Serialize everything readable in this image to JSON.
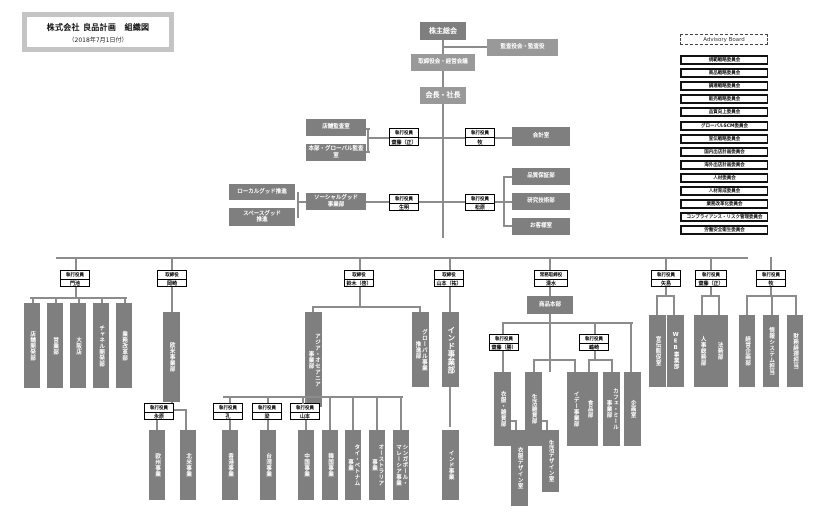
{
  "title": {
    "main": "株式会社 良品計画　組織図",
    "date": "（2018年7月1日付）"
  },
  "top": {
    "shareholders": "株主総会",
    "auditors": "監査役会・監査役",
    "board": "取締役会・経営会議",
    "president": "会長・社長"
  },
  "advisory": {
    "title": "Advisory Board",
    "items": [
      "規範戦略委員会",
      "商品戦略委員会",
      "調達戦略委員会",
      "販売戦略委員会",
      "品質向上委員会",
      "グローバルSCM委員会",
      "宣伝戦略委員会",
      "国内出店計画委員会",
      "海外出店計画委員会",
      "人材委員会",
      "人材育成委員会",
      "業務改革化委員会",
      "コンプライアンス・リスク管理委員会",
      "労働安全衛生委員会"
    ]
  },
  "staff": {
    "left_upper_role": {
      "title": "執行役員",
      "name": "齋藤（正）"
    },
    "left_upper_depts": [
      "店舗監査室",
      "本部・グローバル監査室"
    ],
    "right_upper_role": {
      "title": "執行役員",
      "name": "牧"
    },
    "right_upper_dept": "会計室",
    "social": {
      "dept": "ソーシャルグッド\n事業部",
      "role": {
        "title": "執行役員",
        "name": "生明"
      },
      "subs": [
        "ローカルグッド推進",
        "スペースグッド\n推進"
      ]
    },
    "right_lower_role": {
      "title": "執行役員",
      "name": "松原"
    },
    "right_lower_depts": [
      "品質保証部",
      "研究技術部",
      "お客様室"
    ]
  },
  "divisions": [
    {
      "role": {
        "title": "執行役員",
        "name": "門池"
      },
      "depts": [
        "店舗開発部",
        "営業部",
        "大阪店",
        "チャネル開発部",
        "業務改革部"
      ]
    },
    {
      "role": {
        "title": "取締役",
        "name": "岡崎"
      },
      "dept": "欧米事業部",
      "subroles": [
        {
          "title": "執行役員",
          "name": "永原"
        }
      ],
      "subs": [
        "欧州事業",
        "北米事業"
      ]
    },
    {
      "role": {
        "title": "取締役",
        "name": "鈴木（啓）"
      },
      "depts": [
        "アジア・オセアニア\n事業部",
        "グローバル事業\n推進部"
      ],
      "subroles": [
        {
          "title": "執行役員",
          "name": "孔"
        },
        {
          "title": "執行役員",
          "name": "梁"
        },
        {
          "title": "執行役員",
          "name": "山本"
        }
      ],
      "subs": [
        "香港事業",
        "台湾事業",
        "中国事業",
        "韓国事業",
        "タイ・ベトナム\n事業",
        "オーストラリア\n事業",
        "シンガポール・\nマレーシア事業"
      ]
    },
    {
      "role": {
        "title": "取締役",
        "name": "山本（祐）"
      },
      "dept": "インド事業部",
      "subs": [
        "インド事業"
      ]
    },
    {
      "role": {
        "title": "常務取締役",
        "name": "清水"
      },
      "hq": "商品本部",
      "subroles": [
        {
          "title": "執行役員",
          "name": "齋藤（勝）"
        },
        {
          "title": "執行役員",
          "name": "嶋崎"
        }
      ],
      "subs": [
        "衣服・雑貨部",
        "生活雑貨部",
        "イデー事業部",
        "食品部",
        "カフェ・ミール\n事業部",
        "企画室"
      ],
      "design": [
        "衣服デザイン室",
        "生活デザイン室"
      ]
    },
    {
      "role": {
        "title": "執行役員",
        "name": "矢島"
      },
      "depts": [
        "宣伝販促室",
        "WEB事業部"
      ]
    },
    {
      "role": {
        "title": "執行役員",
        "name": "齋藤（正）"
      },
      "depts": [
        "人事総務部",
        "法務部"
      ]
    },
    {
      "role": {
        "title": "執行役員",
        "name": "牧"
      },
      "depts": [
        "経営企画部",
        "情報システム担当",
        "財務経理担当"
      ]
    }
  ]
}
